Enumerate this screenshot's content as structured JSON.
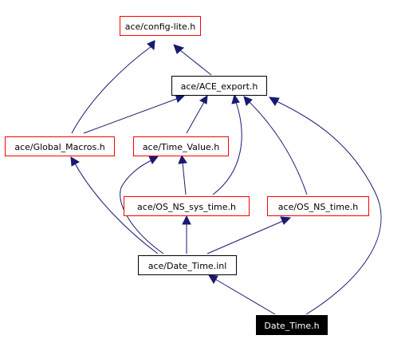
{
  "nodes": {
    "config_lite": "ace/config-lite.h",
    "ace_export": "ace/ACE_export.h",
    "global_macros": "ace/Global_Macros.h",
    "time_value": "ace/Time_Value.h",
    "os_ns_sys_time": "ace/OS_NS_sys_time.h",
    "os_ns_time": "ace/OS_NS_time.h",
    "date_time_inl": "ace/Date_Time.inl",
    "date_time_h": "Date_Time.h"
  },
  "colors": {
    "edge": "#191970",
    "external_border": "#ff0000",
    "local_border": "#000000",
    "root_fill": "#000000",
    "root_text": "#ffffff"
  }
}
